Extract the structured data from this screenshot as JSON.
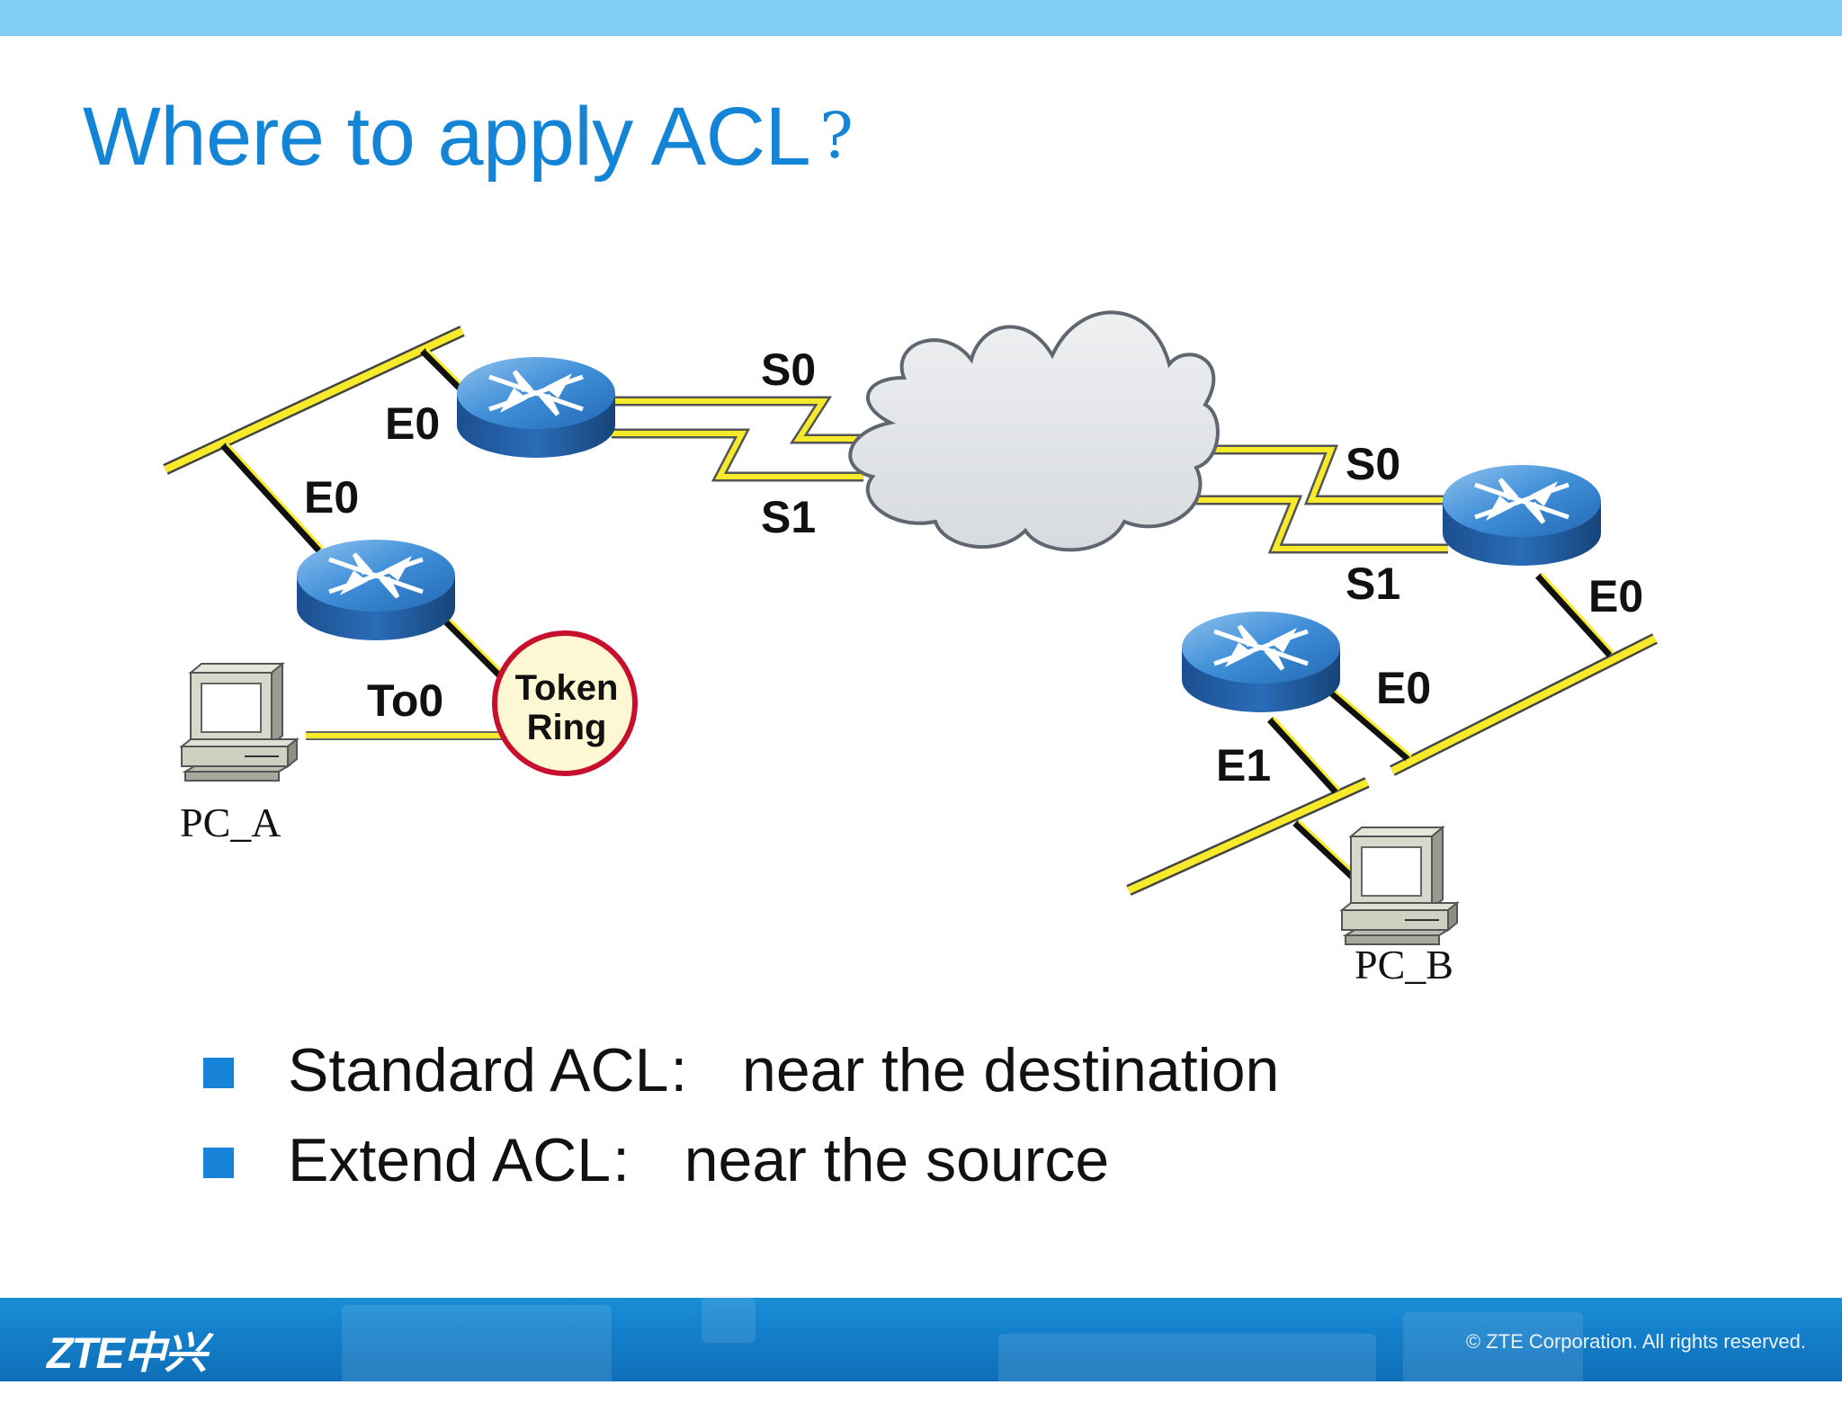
{
  "title": "Where to apply ACL",
  "title_mark": "?",
  "labels": {
    "r1_e0": "E0",
    "r1_s0": "S0",
    "r1_s1": "S1",
    "r2_e0": "E0",
    "r2_to0": "To0",
    "token_ring_line1": "Token",
    "token_ring_line2": "Ring",
    "pc_a": "PC_A",
    "r3_s0": "S0",
    "r3_s1": "S1",
    "r3_e0": "E0",
    "r4_e0": "E0",
    "r4_e1": "E1",
    "pc_b": "PC_B"
  },
  "bullets": [
    {
      "term": "Standard ACL",
      "sep": ":",
      "desc": "near the destination"
    },
    {
      "term": "Extend ACL",
      "sep": ":",
      "desc": "near the source"
    }
  ],
  "footer": {
    "logo": "ZTE中兴",
    "copyright": "© ZTE Corporation. All rights reserved."
  },
  "colors": {
    "accent": "#1384d6",
    "link_yellow": "#f7ea2a",
    "router_blue": "#2f7bc8",
    "ring_red": "#c8102e",
    "ring_fill": "#fdf8d3",
    "cloud": "#e3e5e8"
  }
}
